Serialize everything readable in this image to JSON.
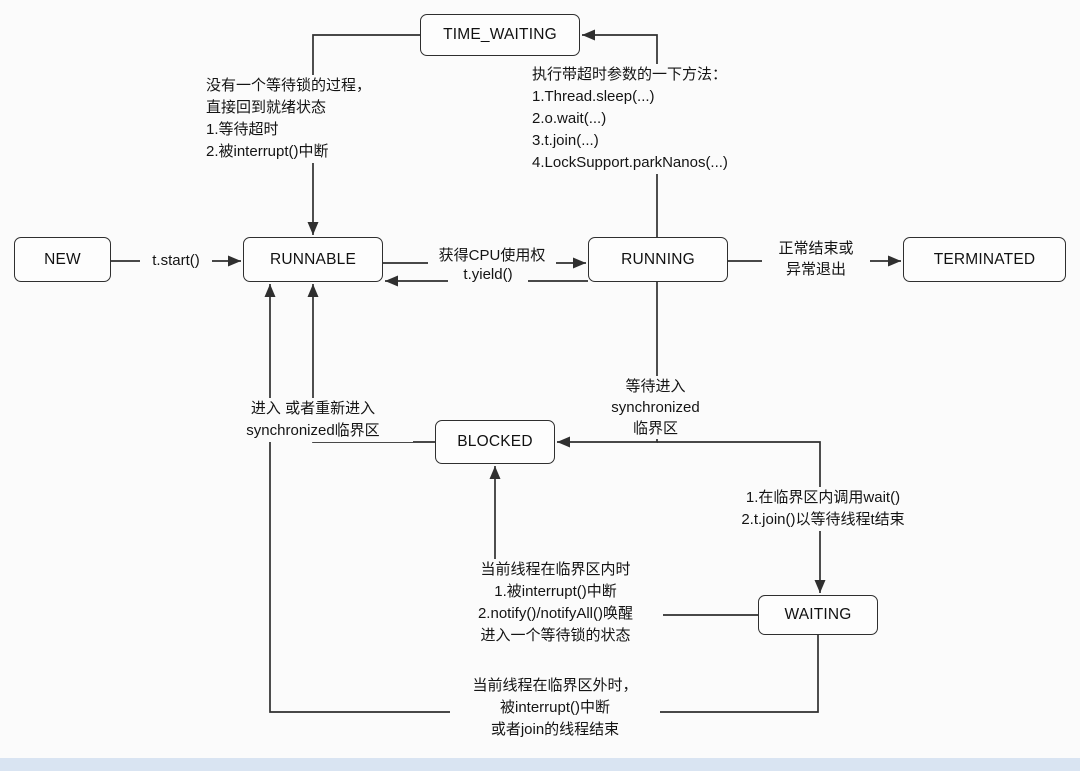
{
  "nodes": {
    "time_waiting": "TIME_WAITING",
    "new": "NEW",
    "runnable": "RUNNABLE",
    "running": "RUNNING",
    "terminated": "TERMINATED",
    "blocked": "BLOCKED",
    "waiting": "WAITING"
  },
  "edge_labels": {
    "t_start": "t.start()",
    "cpu_gain": "获得CPU使用权",
    "t_yield": "t.yield()",
    "normal_exit": "正常结束或\n异常退出",
    "back_to_ready": "没有一个等待锁的过程，\n直接回到就绪状态\n1.等待超时\n2.被interrupt()中断",
    "timeout_methods": "执行带超时参数的一下方法：\n1.Thread.sleep(...)\n2.o.wait(...)\n3.t.join(...)\n4.LockSupport.parkNanos(...)",
    "wait_sync": "等待进入\nsynchronized\n临界区",
    "enter_sync": "进入 或者重新进入\nsynchronized临界区",
    "wait_call": "1.在临界区内调用wait()\n2.t.join()以等待线程t结束",
    "in_critical": "当前线程在临界区内时\n1.被interrupt()中断\n2.notify()/notifyAll()唤醒\n进入一个等待锁的状态",
    "out_critical": "当前线程在临界区外时，\n被interrupt()中断\n或者join的线程结束"
  },
  "colors": {
    "line": "#2f2f2f",
    "box_border": "#2f2f2f",
    "background": "#fbfbfb",
    "footer_strip": "#d9e4f2"
  }
}
